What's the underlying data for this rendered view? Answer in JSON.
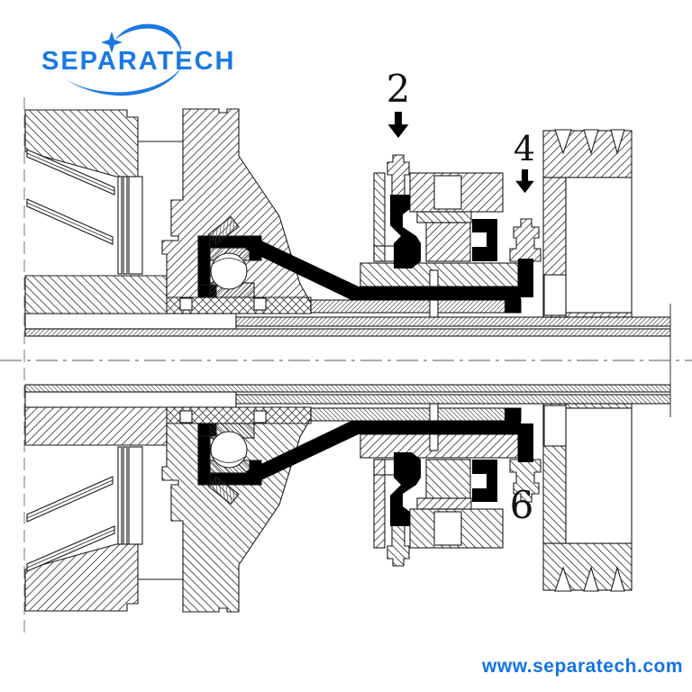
{
  "logo": {
    "text": "SEPARATECH",
    "color": "#1b79e3",
    "star_icon": "four-point-star-icon",
    "swoosh_icon": "orbit-swoosh-icon"
  },
  "footer": {
    "website": "www.separatech.com",
    "color": "#1473e6"
  },
  "callouts": [
    {
      "number": "2",
      "arrow_icon": "arrow-down-icon"
    },
    {
      "number": "4",
      "arrow_icon": "arrow-down-icon"
    },
    {
      "number": "6",
      "arrow_icon": null
    }
  ],
  "drawing": {
    "ink_color": "#1a1a1a",
    "seal_highlight_color": "#000000",
    "centerline_color": "#555555"
  }
}
